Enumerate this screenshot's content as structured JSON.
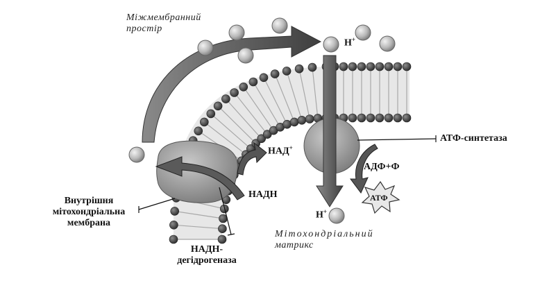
{
  "labels": {
    "intermembrane_line1": "Міжмембранний",
    "intermembrane_line2": "простір",
    "h_top": "Н",
    "h_top_sup": "+",
    "nad_plus": "НАД",
    "nad_plus_sup": "+",
    "nadh": "НАДН",
    "atp_synthase": "АТФ-синтетаза",
    "adp_p": "АДФ+Ф",
    "atp": "АТФ",
    "h_bottom": "Н",
    "h_bottom_sup": "+",
    "inner_membrane_line1": "Внутрішня",
    "inner_membrane_line2": "мітохондріальна",
    "inner_membrane_line3": "мембрана",
    "dehydrogenase_line1": "НАДН-",
    "dehydrogenase_line2": "дегідрогеназа",
    "matrix_line1": "Мітохондріальний",
    "matrix_line2": "матрикс"
  },
  "colors": {
    "membrane_fill": "#e6e6e6",
    "lipid_head": "#4a4a4a",
    "ball": "#b5b5b5",
    "arrow": "#555555",
    "protein": "#9a9a9a"
  }
}
